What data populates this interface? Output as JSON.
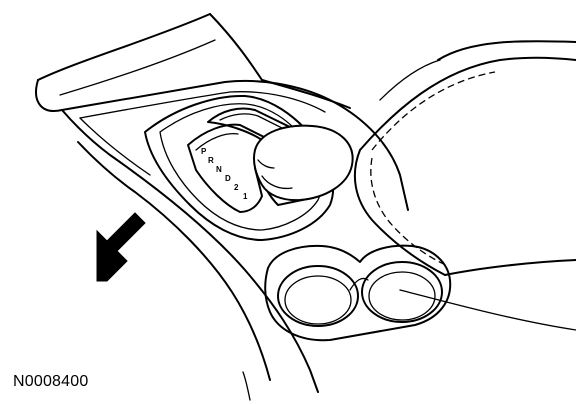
{
  "figure": {
    "id_label": "N0008400"
  },
  "shifter": {
    "gear_positions": [
      "P",
      "R",
      "N",
      "D",
      "2",
      "1"
    ]
  },
  "pointer": {
    "icon": "arrow-icon",
    "direction": "up-right"
  }
}
